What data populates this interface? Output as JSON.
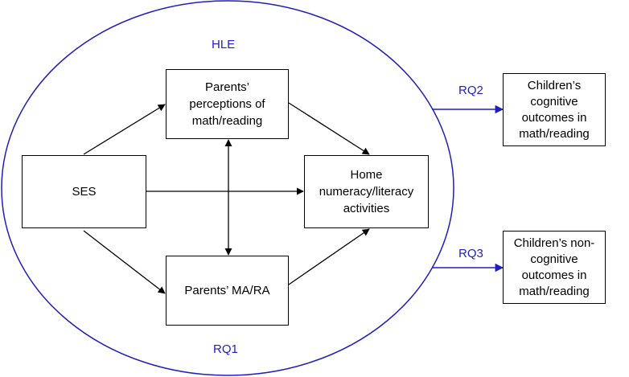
{
  "colors": {
    "accent_blue": "#1f1fbf",
    "stroke": "#000000"
  },
  "labels": {
    "hle": "HLE",
    "rq1": "RQ1",
    "rq2": "RQ2",
    "rq3": "RQ3"
  },
  "nodes": {
    "ses": "SES",
    "perceptions": "Parents’\nperceptions of\nmath/reading",
    "ma_ra": "Parents’ MA/RA",
    "home": "Home\nnumeracy/literacy\nactivities",
    "cognitive": "Children’s\ncognitive\noutcomes in\nmath/reading",
    "noncognitive": "Children’s non-\ncognitive\noutcomes in\nmath/reading"
  }
}
